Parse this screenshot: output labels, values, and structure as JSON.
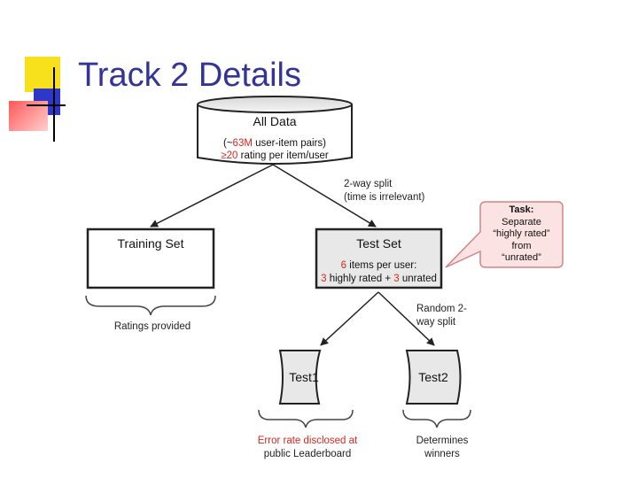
{
  "slide": {
    "title": "Track 2 Details",
    "colors": {
      "title": "#33339a",
      "highlight": "#d9261c",
      "box_fill": "#e8e8e8",
      "callout_fill": "#fbe3e3"
    }
  },
  "all_data": {
    "title": "All Data",
    "line1_prefix": "(~",
    "line1_red": "63M",
    "line1_suffix": " user-item pairs)",
    "line2_red": "≥20",
    "line2_suffix": " rating per item/user"
  },
  "split1": {
    "line1": "2-way split",
    "line2": "(time is irrelevant)"
  },
  "training_set": {
    "title": "Training Set",
    "brace_label": "Ratings provided"
  },
  "test_set": {
    "title": "Test Set",
    "line1_red": "6",
    "line1_suffix": " items per user:",
    "line2_a_red": "3",
    "line2_a": " highly rated + ",
    "line2_b_red": "3",
    "line2_b": " unrated"
  },
  "task": {
    "title": "Task:",
    "line1": "Separate",
    "line2": "“highly rated”",
    "line3": "from",
    "line4": "“unrated”"
  },
  "split2": {
    "line1": "Random 2-",
    "line2": "way split"
  },
  "test1": {
    "title": "Test1",
    "line1": "Error rate disclosed at",
    "line2": "public Leaderboard"
  },
  "test2": {
    "title": "Test2",
    "line1": "Determines",
    "line2": "winners"
  }
}
